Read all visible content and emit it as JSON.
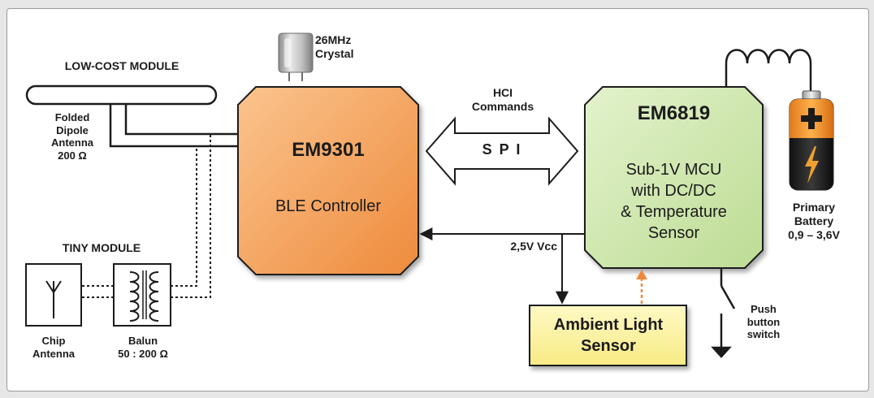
{
  "diagram": {
    "em9301": {
      "title": "EM9301",
      "subtitle": "BLE Controller"
    },
    "em6819": {
      "title": "EM6819",
      "subtitle_lines": [
        "Sub-1V MCU",
        "with DC/DC",
        "& Temperature",
        "Sensor"
      ]
    },
    "crystal": {
      "lines": [
        "26MHz",
        "Crystal"
      ]
    },
    "low_cost_module": {
      "title": "LOW-COST MODULE"
    },
    "folded_dipole": {
      "lines": [
        "Folded",
        "Dipole",
        "Antenna",
        "200 Ω"
      ]
    },
    "tiny_module": {
      "title": "TINY MODULE"
    },
    "chip_antenna": {
      "lines": [
        "Chip",
        "Antenna"
      ]
    },
    "balun": {
      "lines": [
        "Balun",
        "50 : 200 Ω"
      ]
    },
    "hci": {
      "lines": [
        "HCI",
        "Commands"
      ]
    },
    "spi": {
      "label": "S P I"
    },
    "vcc": {
      "label": "2,5V Vcc"
    },
    "ambient_light": {
      "lines": [
        "Ambient Light",
        "Sensor"
      ]
    },
    "battery": {
      "lines": [
        "Primary",
        "Battery",
        "0,9 – 3,6V"
      ]
    },
    "push_button": {
      "lines": [
        "Push",
        "button",
        "switch"
      ]
    }
  },
  "colors": {
    "em9301_fill": "#f5a15a",
    "em6819_fill": "#cfe6ad",
    "ambient_fill": "#fbf3a6",
    "sensor_arrow": "#f08a3a",
    "line": "#1b1b1b"
  }
}
